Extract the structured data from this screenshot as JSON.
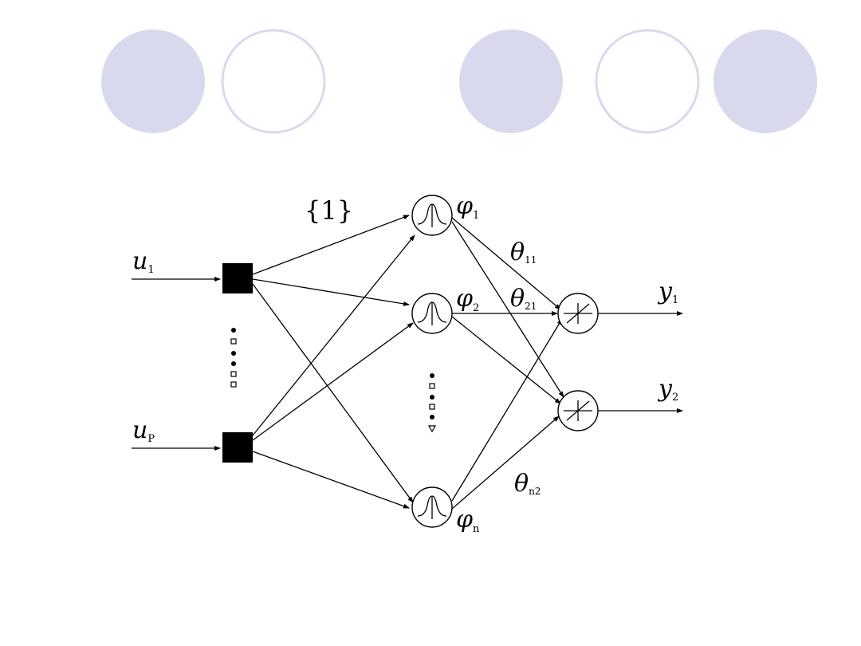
{
  "decor": {
    "circles": [
      {
        "style": "filled"
      },
      {
        "style": "outline"
      },
      {
        "style": "filled"
      },
      {
        "style": "outline"
      },
      {
        "style": "filled"
      }
    ],
    "fill_color": "#d9d9ee",
    "outline_color": "#d9d9ee"
  },
  "diagram": {
    "inputs": [
      {
        "base": "u",
        "sub": "1"
      },
      {
        "base": "u",
        "sub": "P"
      }
    ],
    "set_label": "{1}",
    "hidden": [
      {
        "base": "φ",
        "sub": "1"
      },
      {
        "base": "φ",
        "sub": "2"
      },
      {
        "base": "φ",
        "sub": "n"
      }
    ],
    "weights": [
      {
        "base": "θ",
        "sub": "11"
      },
      {
        "base": "θ",
        "sub": "21"
      },
      {
        "base": "θ",
        "sub": "n2"
      }
    ],
    "outputs": [
      {
        "base": "y",
        "sub": "1"
      },
      {
        "base": "y",
        "sub": "2"
      }
    ]
  }
}
